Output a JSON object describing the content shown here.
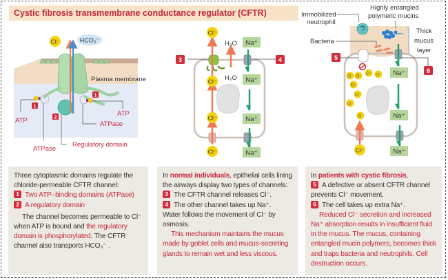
{
  "title": "Cystic fibrosis transmembrane conductance regulator (CFTR)",
  "colors": {
    "accent_red": "#c8283c",
    "badge_red": "#d42b3a",
    "panel_bg": "#edeae3",
    "title_bg": "#f8e2c8",
    "chloride_yellow": "#f5d20a",
    "sodium_green": "#b5d69b",
    "cftr_green": "#a8d8a8",
    "arrow_orange": "#ee7a55",
    "arrow_green": "#22a36a"
  },
  "diagram1": {
    "ion_cl": "Cl⁻",
    "ion_hco3": "HCO₃⁻",
    "membrane_label": "Plasma membrane",
    "atp_left": "ATP",
    "atp_right": "ATP",
    "atpase_left": "ATPase",
    "atpase_right": "ATPase",
    "regulatory_domain": "Regulatory domain",
    "badge_1": "1",
    "badge_2": "2"
  },
  "diagram2": {
    "badge_3": "3",
    "badge_4": "4",
    "h2o_top": "H₂O",
    "h2o_bottom": "H₂O",
    "cl": "Cl⁻",
    "na": "Na⁺"
  },
  "diagram3": {
    "immobilized_neutrophil": [
      "Immobilized",
      "neutrophil"
    ],
    "mucins": [
      "Highly entangled",
      "polymeric mucins"
    ],
    "thick_mucus": [
      "Thick",
      "mucus",
      "layer"
    ],
    "bacteria": "Bacteria",
    "badge_5": "5",
    "badge_6": "6",
    "cl_small": "Cl⁻",
    "cl": "Cl⁻",
    "na": "Na⁺"
  },
  "panel1": {
    "intro": "Three cytoplasmic domains regulate the chloride-permeable CFTR channel:",
    "item1_badge": "1",
    "item1": "Two ATP–binding domains (ATPase)",
    "item2_badge": "2",
    "item2": "A regulatory domain",
    "para_a": "The channel becomes permeable to Cl⁻ when ATP is bound and ",
    "para_red": "the regulatory domain is phosphorylated",
    "para_b": ". The CFTR channel also transports HCO₃⁻ ."
  },
  "panel2": {
    "intro_a": "In ",
    "intro_red": "normal individuals",
    "intro_b": ", epithelial cells lining the airways display two types of channels:",
    "item3_badge": "3",
    "item3": "The CFTR channel releases Cl⁻.",
    "item4_badge": "4",
    "item4": "The other channel takes up Na⁺.",
    "water": "Water follows the movement of Cl⁻ by osmosis.",
    "red_para": "This mechanism maintains the mucus made by goblet cells and mucus-secreting glands to remain wet and less viscous."
  },
  "panel3": {
    "intro_a": "In ",
    "intro_red": "patients with cystic fibrosis",
    "intro_b": ",",
    "item5_badge": "5",
    "item5": "A defective or absent CFTR channel prevents Cl⁻ movement.",
    "item6_badge": "6",
    "item6": "The cell  takes up extra Na⁺.",
    "red_para": "Reduced Cl⁻ secretion and increased Na⁺ absorption results in insufficient fluid in the mucus. The mucus, containing entangled mucin polymers, becomes thick and traps bacteria and neutrophils. Cell destruction occurs."
  }
}
